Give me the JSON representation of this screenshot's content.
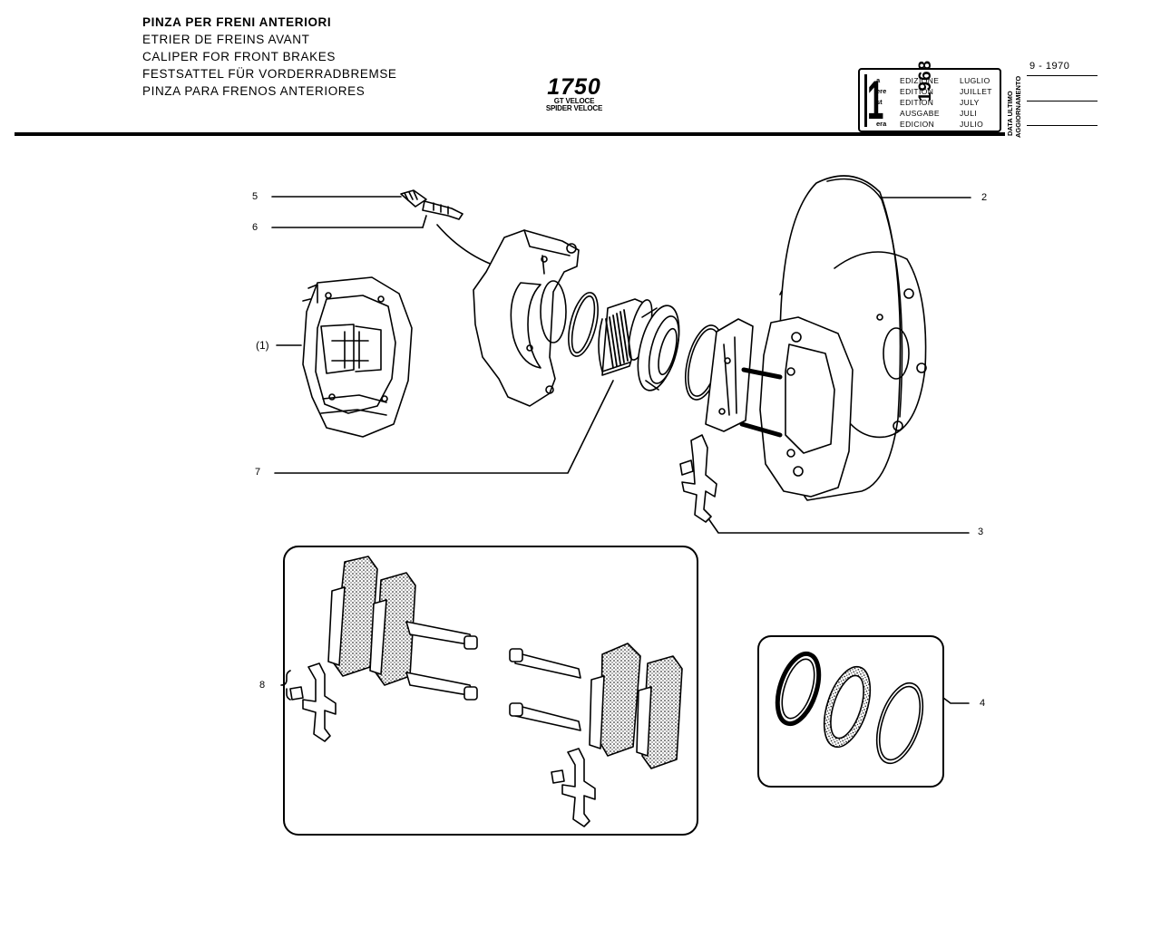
{
  "header": {
    "titles": [
      "PINZA PER FRENI ANTERIORI",
      "ETRIER DE FREINS AVANT",
      "CALIPER FOR FRONT BRAKES",
      "FESTSATTEL FÜR VORDERRADBREMSE",
      "PINZA PARA FRENOS ANTERIORES"
    ],
    "model": "1750",
    "model_variants": [
      "GT VELOCE",
      "SPIDER VELOCE"
    ]
  },
  "edition": {
    "number": "1",
    "suffixes": [
      "a",
      "ere",
      "st",
      ".",
      "era"
    ],
    "labels": [
      "EDIZIONE",
      "EDITION",
      "EDITION",
      "AUSGABE",
      "EDICION"
    ],
    "year": "1968",
    "months": [
      "LUGLIO",
      "JUILLET",
      "JULY",
      "JULI",
      "JULIO"
    ]
  },
  "update": {
    "label_line1": "DATA ULTIMO",
    "label_line2": "AGGIORNAMENTO",
    "value": "9 - 1970"
  },
  "callouts": {
    "c5": "5",
    "c6": "6",
    "c1": "(1)",
    "c7": "7",
    "c2": "2",
    "c3": "3",
    "c8": "8",
    "c4": "4"
  }
}
